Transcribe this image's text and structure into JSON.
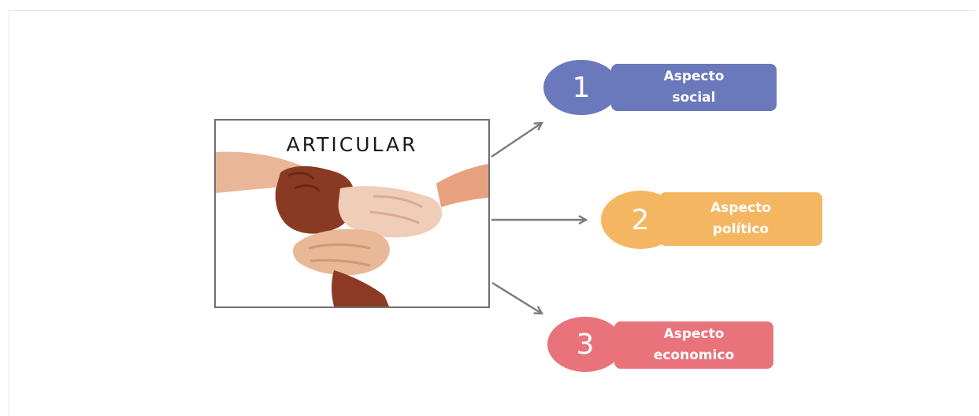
{
  "diagram": {
    "main": {
      "title": "ARTICULAR",
      "image": "joined-hands-icon"
    },
    "items": [
      {
        "number": "1",
        "label": "Aspecto\nsocial",
        "color": "#6a78bc"
      },
      {
        "number": "2",
        "label": "Aspecto\npolítico",
        "color": "#f5b661"
      },
      {
        "number": "3",
        "label": "Aspecto\neconomico",
        "color": "#e9737b"
      }
    ],
    "arrow_color": "#7a7a7a"
  }
}
